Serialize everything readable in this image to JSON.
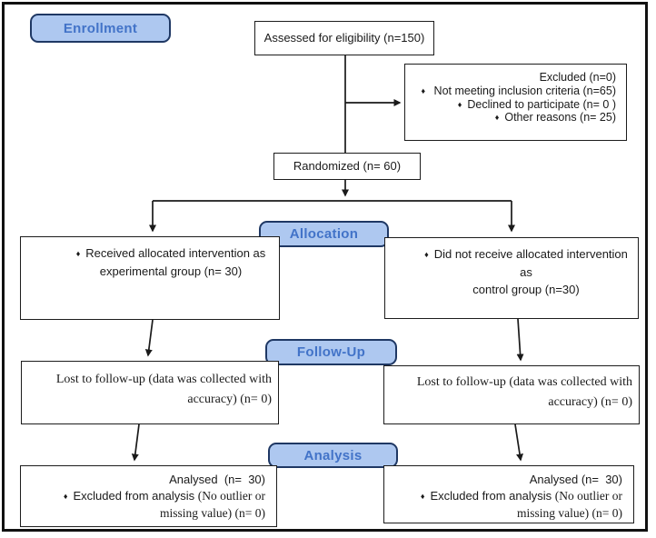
{
  "diagram": {
    "bullet": "♦",
    "stages": {
      "enrollment": "Enrollment",
      "allocation": "Allocation",
      "followup": "Follow-Up",
      "analysis": "Analysis"
    },
    "assessed": "Assessed for eligibility (n=150)",
    "excluded": {
      "title": "Excluded (n=0)",
      "items": [
        "Not meeting inclusion criteria (n=65)",
        "Declined to participate (n= 0 )",
        "Other reasons (n= 25)"
      ]
    },
    "randomized": "Randomized (n= 60)",
    "alloc_left": {
      "line1": "Received allocated intervention as",
      "line2": "experimental group (n= 30)"
    },
    "alloc_right": {
      "line1": "Did not receive allocated intervention as",
      "line2": "control group (n=30)"
    },
    "followup_left": "Lost to follow-up (data was collected with accuracy) (n= 0)",
    "followup_right": "Lost to follow-up (data was collected with accuracy) (n= 0)",
    "analysis_left": {
      "line1": "Analysed  (n=  30)",
      "line2_sans": "Excluded from analysis ",
      "line2_serif": "(No outlier or missing value) (n= 0)"
    },
    "analysis_right": {
      "line1": "Analysed (n=  30)",
      "line2_sans": "Excluded from analysis ",
      "line2_serif": "(No outlier or missing value) (n= 0)"
    },
    "colors": {
      "badge_fill": "#aec8f0",
      "badge_border": "#1f3864",
      "badge_text": "#4273c8",
      "line": "#1a1a1a"
    }
  }
}
